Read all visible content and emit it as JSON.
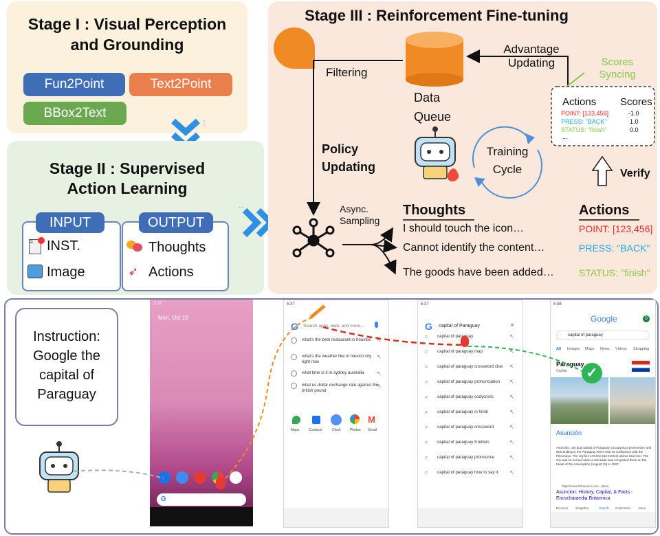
{
  "stage1": {
    "title_line1": "Stage I : Visual Perception",
    "title_line2": "and Grounding",
    "chips": [
      "Fun2Point",
      "Text2Point",
      "BBox2Text"
    ],
    "colors": {
      "bg": "#fbf1dc",
      "chip_blue": "#3f6eb6",
      "chip_orange": "#e87f4c",
      "chip_green": "#6ba84f"
    }
  },
  "stage2": {
    "title_line1": "Stage II : Supervised",
    "title_line2": "Action Learning",
    "input_label": "INPUT",
    "output_label": "OUTPUT",
    "input_items": [
      "INST.",
      "Image"
    ],
    "output_items": [
      "Thoughts",
      "Actions"
    ],
    "colors": {
      "bg": "#e6f1e1",
      "box_blue": "#3f6eb6"
    }
  },
  "stage3": {
    "title": "Stage III : Reinforcement Fine-tuning",
    "advantage_line1": "Advantage",
    "advantage_line2": "Updating",
    "filtering": "Filtering",
    "data_queue_line1": "Data",
    "data_queue_line2": "Queue",
    "scores_syncing_line1": "Scores",
    "scores_syncing_line2": "Syncing",
    "actions_header": "Actions",
    "scores_header": "Scores",
    "table_rows": [
      {
        "action": "POINT: [123,456]",
        "score": "-1.0",
        "color": "#ff2a2a"
      },
      {
        "action": "PRESS: \"BACK\"",
        "score": "1.0",
        "color": "#2aa7e0"
      },
      {
        "action": "STATUS: \"finish\"",
        "score": "0.0",
        "color": "#8cc63f"
      }
    ],
    "table_ellipsis": "...",
    "policy_line1": "Policy",
    "policy_line2": "Updating",
    "training_line1": "Training",
    "training_line2": "Cycle",
    "verify": "Verify",
    "async_line1": "Async.",
    "async_line2": "Sampling",
    "thoughts_header": "Thoughts",
    "actions_big_header": "Actions",
    "thoughts": [
      "I should touch the icon…",
      "Cannot identify the content…",
      "The goods have been added…"
    ],
    "actions": [
      {
        "text": "POINT: [123,456]",
        "color": "#ff2a2a"
      },
      {
        "text": "PRESS: \"BACK\"",
        "color": "#2aa7e0"
      },
      {
        "text": "STATUS: \"finish\"",
        "color": "#8cc63f"
      }
    ],
    "colors": {
      "bg": "#fbe8dd"
    }
  },
  "bottom": {
    "instruction_lines": [
      "Instruction:",
      "Google the",
      "capital of",
      "Paraguay"
    ],
    "phone1": {
      "status_time": "5:37",
      "date": "Mon, Oct 10"
    },
    "phone2": {
      "status_time": "5:37",
      "search_placeholder": "Search apps, web, and more...",
      "suggestions": [
        "what's the best restaurant in houston",
        "what's the weather like in mexico city right now",
        "what time is it in sydney australia",
        "what us dollar exchange rate against the british pound"
      ],
      "apps": [
        "Maps",
        "Contacts",
        "Clock",
        "Photos",
        "Gmail"
      ]
    },
    "phone3": {
      "status_time": "5:37",
      "query": "capital of Paraguay",
      "results": [
        "capital of paraguay",
        "capital of paraguay map",
        "capital of paraguay crossword clue",
        "capital of paraguay pronunciation",
        "capital of paraguay codycross",
        "capital of paraguay in hindi",
        "capital of paraguay crossword",
        "capital of paraguay 8 letters",
        "capital of paraguay pronounce",
        "capital of paraguay how to say it"
      ]
    },
    "phone4": {
      "status_time": "5:38",
      "logo": "Google",
      "search_text": "capital of paraguay",
      "tabs": [
        "All",
        "Images",
        "Maps",
        "News",
        "Videos",
        "Shopping"
      ],
      "result_title": "Paraguay",
      "result_sub": "Capital",
      "answer": "Asunción",
      "description": "Asunción, city and capital of Paraguay, occupying a promontory and descending to the Paraguay River near its confluence with the Pilcomayo. The city lies 175 feet (53 metres) above sea level. The city was so named when a stockade was completed there on the Feast of the Assumption (August 15) in 1537.",
      "source_url": "https://www.britannica.com › place",
      "link_title": "Asuncion: History, Capital, & Facts -",
      "link_title2": "Encyclopaedia Britannica",
      "bottom_nav": [
        "Discover",
        "Snapshot",
        "Search",
        "Collections",
        "More"
      ]
    }
  }
}
